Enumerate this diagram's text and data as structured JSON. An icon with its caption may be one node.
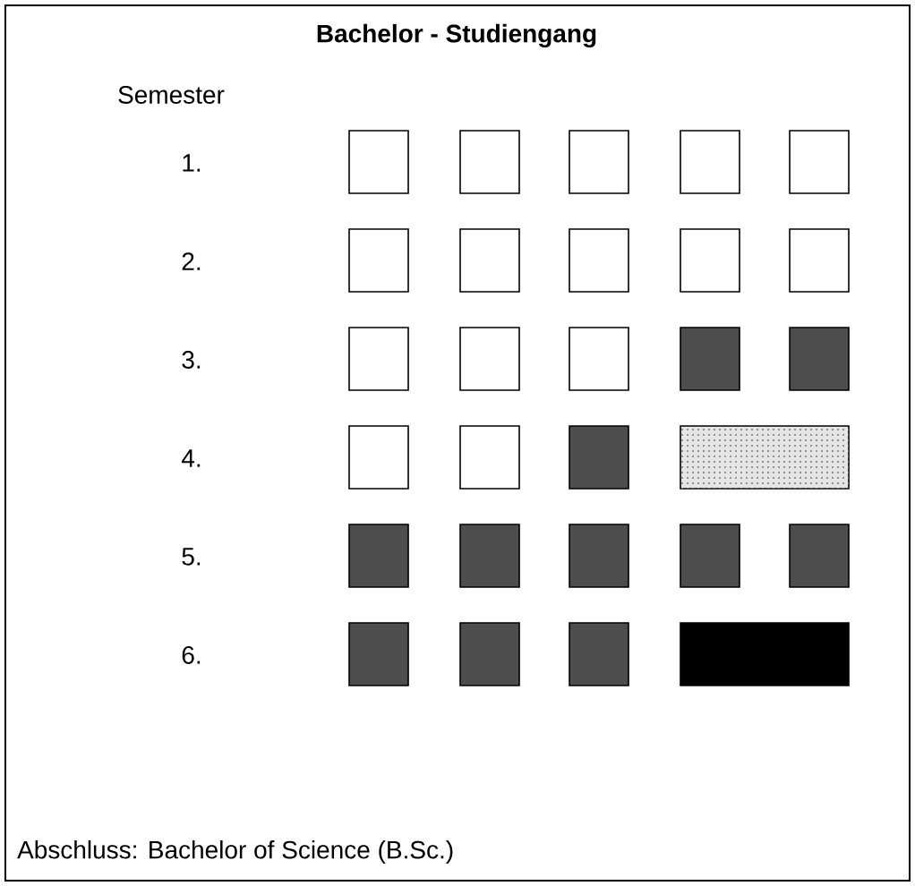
{
  "diagram": {
    "title": "Bachelor - Studiengang",
    "caption": "Abschluss: Bachelor of Science (B.Sc.)",
    "labels": [
      "Semester",
      "1.",
      "2.",
      "3.",
      "4.",
      "5.",
      "6."
    ],
    "nodes": [
      {
        "text": [],
        "shape": "box"
      },
      {
        "text": [],
        "shape": "box"
      },
      {
        "text": [],
        "shape": "box"
      },
      {
        "text": [],
        "shape": "box"
      },
      {
        "text": [],
        "shape": "box"
      },
      {
        "text": [],
        "shape": "box"
      },
      {
        "text": [],
        "shape": "box"
      },
      {
        "text": [],
        "shape": "box"
      },
      {
        "text": [],
        "shape": "box"
      },
      {
        "text": [],
        "shape": "box"
      },
      {
        "text": [],
        "shape": "box"
      },
      {
        "text": [],
        "shape": "box"
      },
      {
        "text": [],
        "shape": "box"
      },
      {
        "text": [],
        "shape": "box"
      },
      {
        "text": [],
        "shape": "box"
      },
      {
        "text": [],
        "shape": "box"
      },
      {
        "text": [],
        "shape": "box"
      },
      {
        "text": [],
        "shape": "box"
      },
      {
        "text": [],
        "shape": "box"
      },
      {
        "text": [],
        "shape": "box"
      },
      {
        "text": [],
        "shape": "box"
      },
      {
        "text": [],
        "shape": "box"
      },
      {
        "text": [],
        "shape": "box"
      },
      {
        "text": [],
        "shape": "box"
      },
      {
        "text": [],
        "shape": "box"
      },
      {
        "text": [],
        "shape": "box"
      },
      {
        "text": [],
        "shape": "box"
      },
      {
        "text": [],
        "shape": "box"
      }
    ]
  }
}
